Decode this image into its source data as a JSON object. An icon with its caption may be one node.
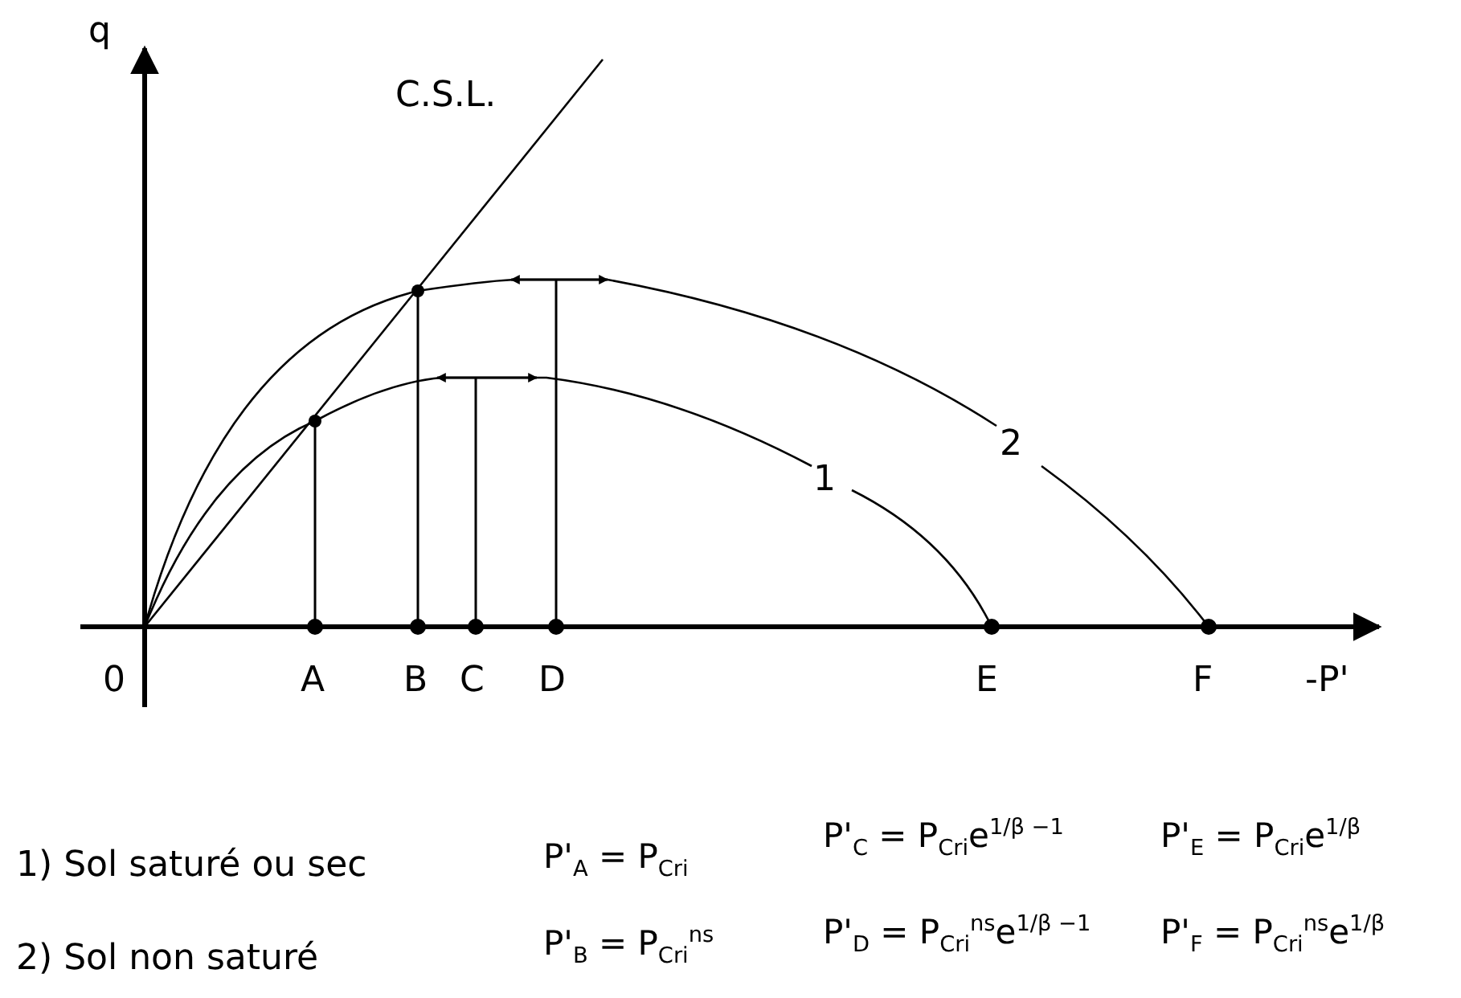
{
  "diagram": {
    "labels": [
      "q",
      "C.S.L.",
      "1",
      "2",
      "0",
      "A",
      "B",
      "C",
      "D",
      "E",
      "F",
      "-P'",
      "1) Sol saturé ou sec",
      "P'$_{A}$ = P$_{Cri}$",
      "P'$_{C}$ = P$_{Cri}$e$^{1/β −1}$",
      "P'$_{E}$ = P$_{Cri}$e$^{1/β}$",
      "2) Sol non saturé",
      "P'$_{B}$ = P$_{Cri}$$^{ns}$",
      "P'$_{D}$ = P$_{Cri}$$^{ns}$e$^{1/β −1}$",
      "P'$_{F}$ = P$_{Cri}$$^{ns}$e$^{1/β}$"
    ]
  }
}
